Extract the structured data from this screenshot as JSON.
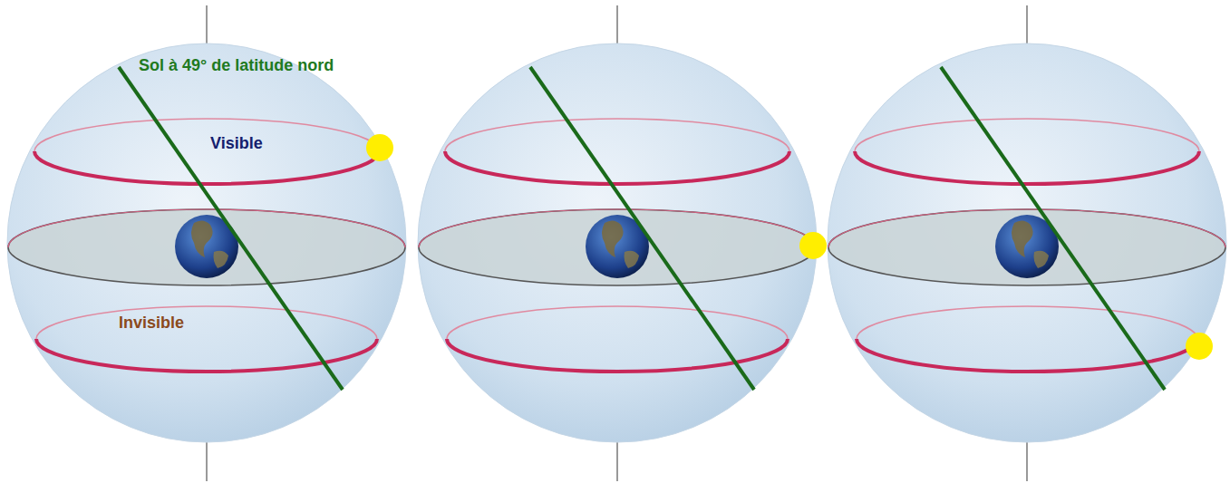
{
  "diagram": {
    "labels": [
      "Sol à 49° de latitude nord",
      "Visible",
      "Invisible"
    ]
  }
}
